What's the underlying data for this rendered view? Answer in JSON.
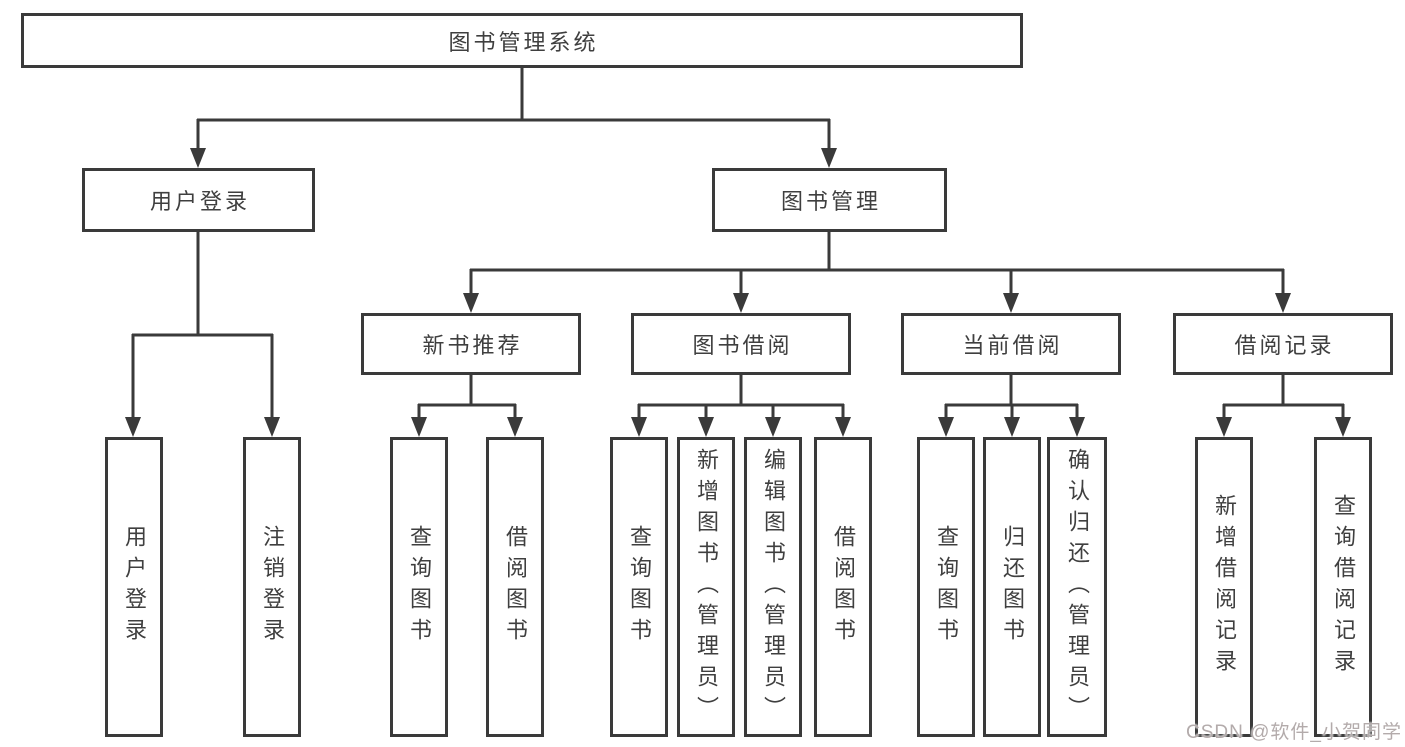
{
  "tree": {
    "root": {
      "label": "图书管理系统"
    },
    "user_login": {
      "label": "用户登录",
      "children": [
        {
          "label": "用户登录"
        },
        {
          "label": "注销登录"
        }
      ]
    },
    "book_mgmt": {
      "label": "图书管理"
    },
    "new_book_rec": {
      "label": "新书推荐",
      "children": [
        {
          "label": "查询图书"
        },
        {
          "label": "借阅图书"
        }
      ]
    },
    "book_borrow": {
      "label": "图书借阅",
      "children": [
        {
          "label": "查询图书"
        },
        {
          "label": "新增图书（管理员）"
        },
        {
          "label": "编辑图书（管理员）"
        },
        {
          "label": "借阅图书"
        }
      ]
    },
    "current_borrow": {
      "label": "当前借阅",
      "children": [
        {
          "label": "查询图书"
        },
        {
          "label": "归还图书"
        },
        {
          "label": "确认归还（管理员）"
        }
      ]
    },
    "borrow_records": {
      "label": "借阅记录",
      "children": [
        {
          "label": "新增借阅记录"
        },
        {
          "label": "查询借阅记录"
        }
      ]
    }
  },
  "watermark": {
    "text": "CSDN @软件_小贺同学"
  },
  "colors": {
    "line": "#3a3a3a",
    "text": "#3f3f3f",
    "watermark": "#b3abab",
    "background": "#ffffff"
  }
}
